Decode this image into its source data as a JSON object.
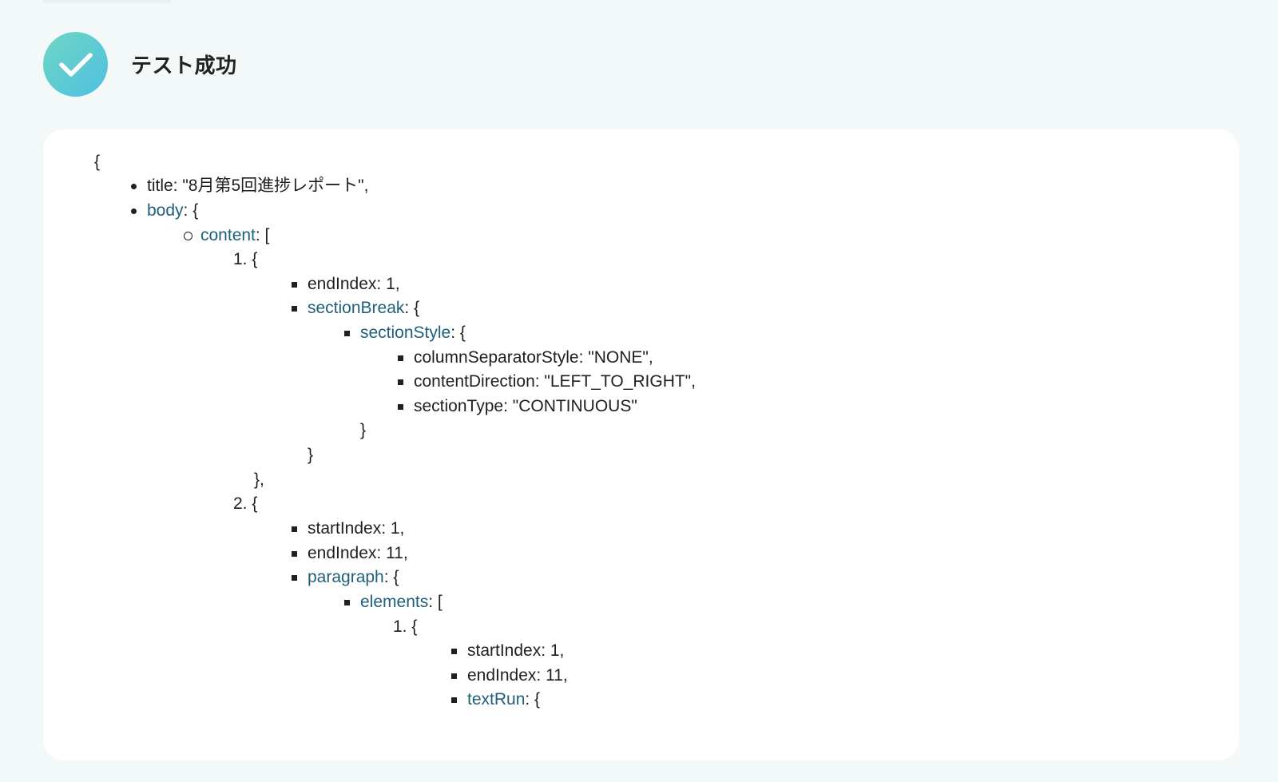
{
  "header": {
    "title": "テスト成功",
    "icon": "check-circle-icon",
    "icon_gradient": [
      "#6fd6c4",
      "#4fc0e0"
    ]
  },
  "colors": {
    "key": "#1f5f7a",
    "text": "#1f1f1f",
    "background": "#f3f8f8",
    "card": "#ffffff"
  },
  "json_view": {
    "open_brace": "{",
    "title_line": "title: \"8月第5回進捗レポート\",",
    "body_key": "body",
    "body_suffix": ": {",
    "content_key": "content",
    "content_suffix": ": [",
    "item1_num": "1. {",
    "item1_endIndex": "endIndex: 1,",
    "sectionBreak_key": "sectionBreak",
    "sectionBreak_suffix": ": {",
    "sectionStyle_key": "sectionStyle",
    "sectionStyle_suffix": ": {",
    "columnSeparatorStyle": "columnSeparatorStyle: \"NONE\",",
    "contentDirection": "contentDirection: \"LEFT_TO_RIGHT\",",
    "sectionType": "sectionType: \"CONTINUOUS\"",
    "close_sectionStyle": "}",
    "close_sectionBreak": "}",
    "close_item1": "},",
    "item2_num": "2. {",
    "item2_startIndex": "startIndex: 1,",
    "item2_endIndex": "endIndex: 11,",
    "paragraph_key": "paragraph",
    "paragraph_suffix": ": {",
    "elements_key": "elements",
    "elements_suffix": ": [",
    "el1_num": "1. {",
    "el1_startIndex": "startIndex: 1,",
    "el1_endIndex": "endIndex: 11,",
    "textRun_key": "textRun",
    "textRun_suffix": ": {"
  }
}
